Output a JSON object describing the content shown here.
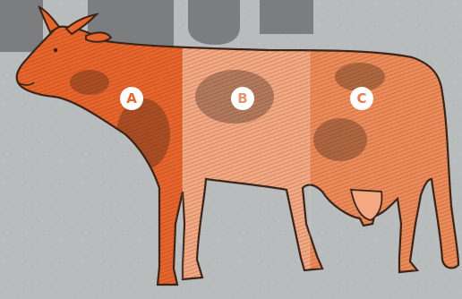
{
  "diagram": {
    "sections": [
      {
        "label": "A",
        "color": "#e8642a",
        "badge_text_color": "#e8642a"
      },
      {
        "label": "B",
        "color": "#f3a882",
        "badge_text_color": "#e8956a"
      },
      {
        "label": "C",
        "color": "#ee8a57",
        "badge_text_color": "#e8784a"
      }
    ],
    "colors": {
      "background": "#b9bcbd",
      "banner": "#7b7d7f",
      "outline": "#3a2418",
      "badge_fill": "#ffffff"
    }
  }
}
